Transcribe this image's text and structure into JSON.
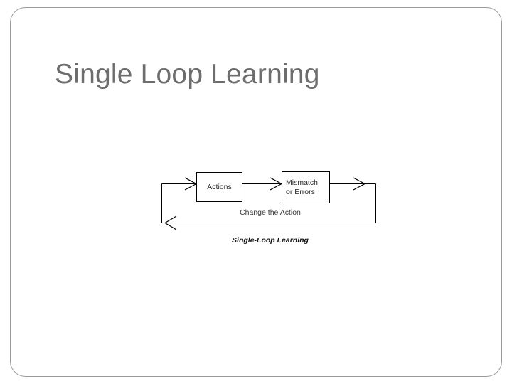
{
  "slide": {
    "title": "Single Loop Learning",
    "title_color": "#6d6d6d",
    "background_color": "#ffffff",
    "border_color": "#9a9a9a"
  },
  "diagram": {
    "caption": "Single-Loop Learning",
    "loop_label": "Change the Action",
    "line_color": "#000000",
    "nodes": [
      {
        "id": "actions",
        "label": "Actions"
      },
      {
        "id": "mismatch",
        "label": "Mismatch\nor Errors"
      }
    ],
    "arrows": [
      {
        "id": "input-to-actions",
        "direction": "right"
      },
      {
        "id": "actions-to-mismatch",
        "direction": "right"
      },
      {
        "id": "mismatch-to-output",
        "direction": "right"
      },
      {
        "id": "feedback-return",
        "direction": "left"
      }
    ]
  }
}
